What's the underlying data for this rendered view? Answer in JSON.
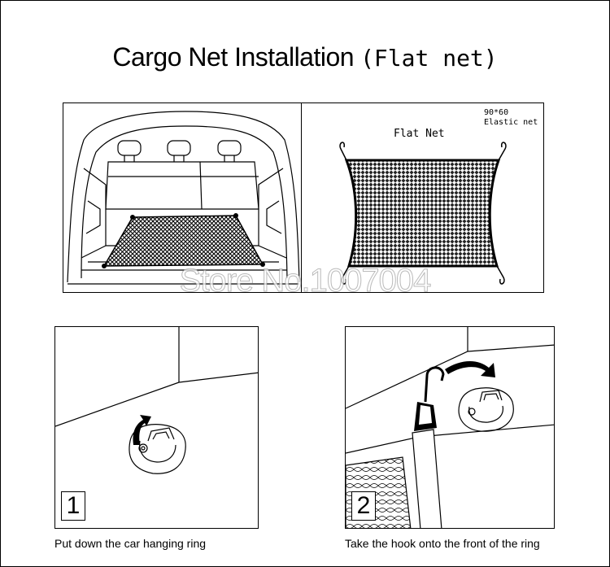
{
  "title": {
    "main": "Cargo Net Installation",
    "sub": "(Flat net)"
  },
  "top_right_panel": {
    "net_label": "Flat Net",
    "size_label": "90*60",
    "material_label": "Elastic net"
  },
  "steps": [
    {
      "number": "1",
      "caption": "Put down the car hanging ring"
    },
    {
      "number": "2",
      "caption": "Take the hook  onto the front of the ring"
    }
  ],
  "watermark": "Store No.1007004",
  "colors": {
    "line": "#000000",
    "net_fill": "#1a1a1a",
    "background": "#ffffff"
  }
}
